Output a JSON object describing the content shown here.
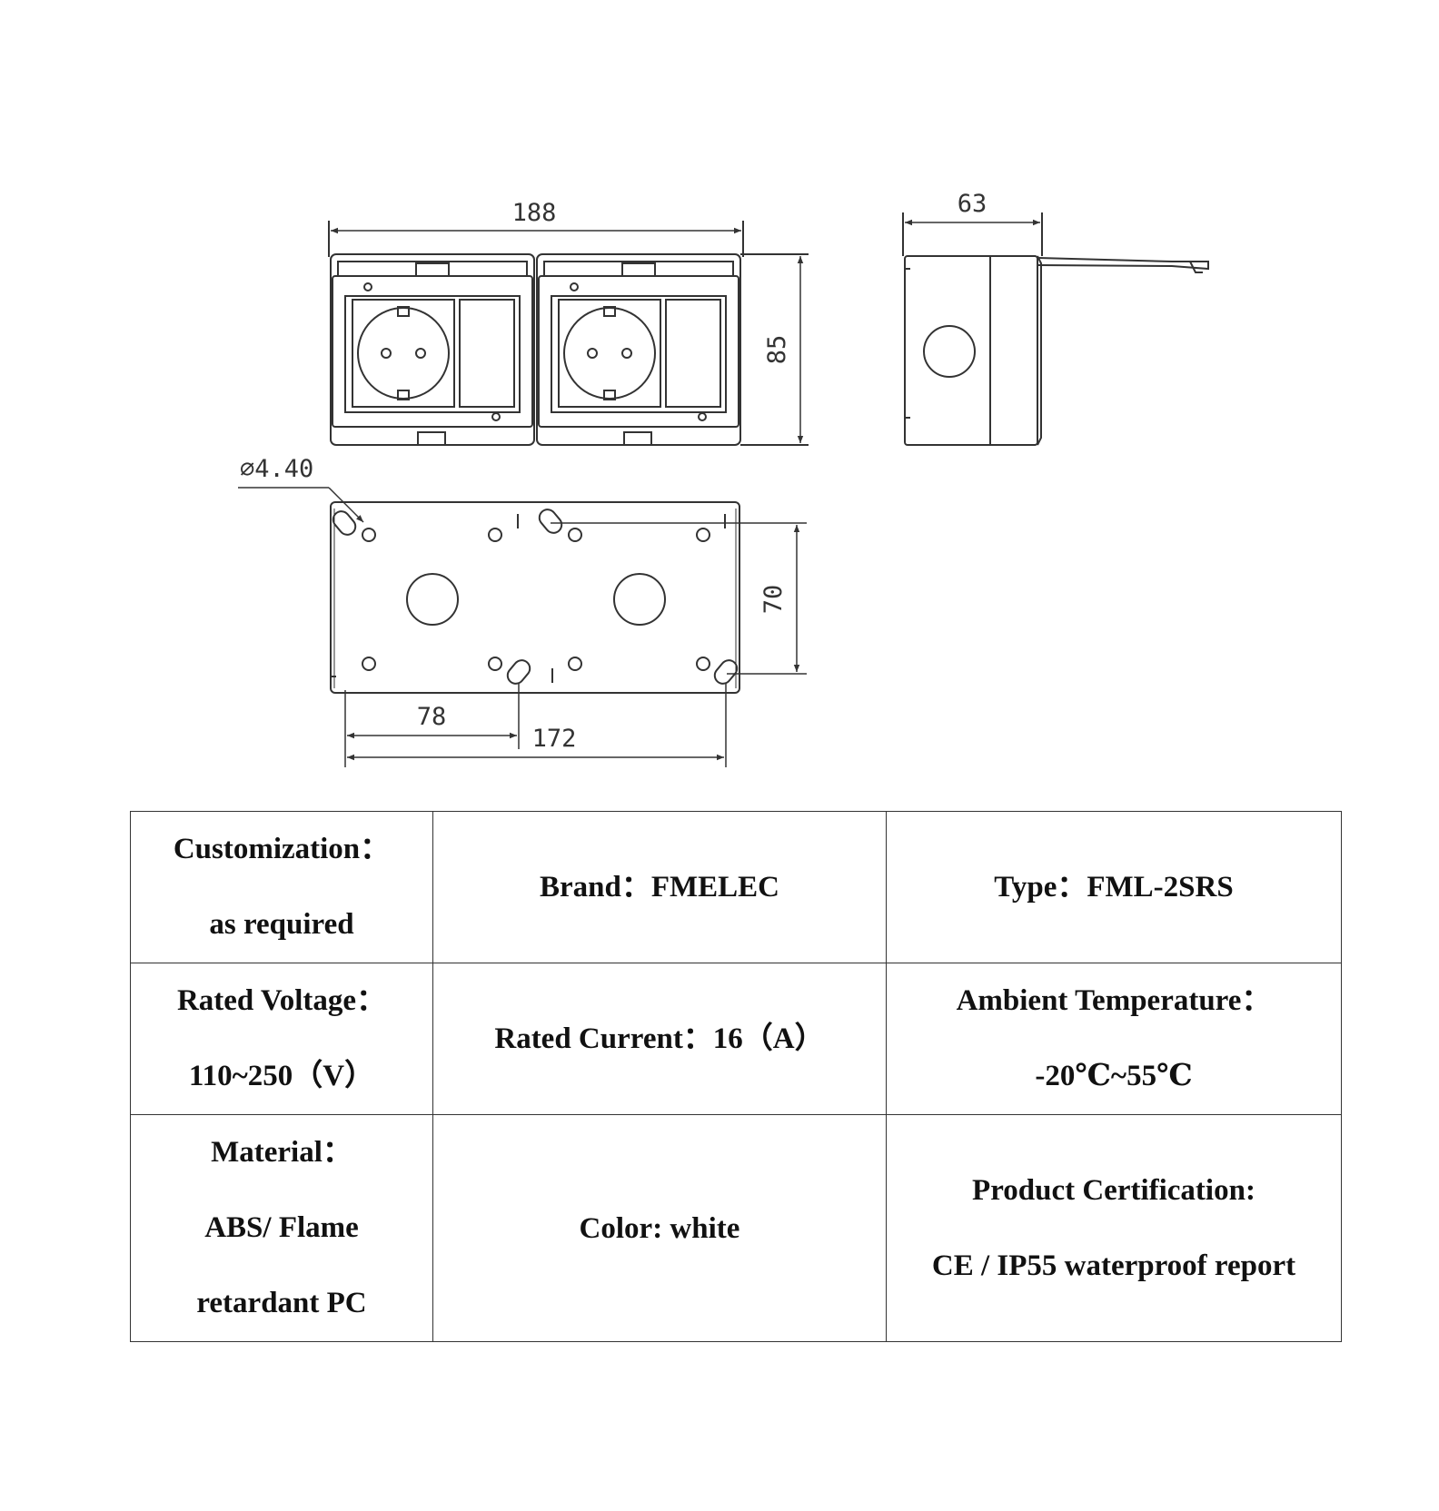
{
  "dimensions": {
    "front_width": "188",
    "front_height": "85",
    "side_depth": "63",
    "hole_diameter": "∅4.40",
    "mount_height": "70",
    "hole_spacing": "78",
    "mount_width": "172"
  },
  "specs": [
    [
      {
        "lines": [
          "Customization：",
          "as required"
        ]
      },
      {
        "lines": [
          "Brand：FMELEC"
        ]
      },
      {
        "lines": [
          "Type：FML-2SRS"
        ]
      }
    ],
    [
      {
        "lines": [
          "Rated Voltage：",
          "110~250（V）"
        ]
      },
      {
        "lines": [
          "Rated Current：16（A）"
        ]
      },
      {
        "lines": [
          "Ambient Temperature：",
          "-20℃~55℃"
        ]
      }
    ],
    [
      {
        "lines": [
          "Material：",
          "ABS/ Flame",
          "retardant PC"
        ]
      },
      {
        "lines": [
          "Color: white"
        ]
      },
      {
        "lines": [
          "Product Certification:",
          "CE / IP55 waterproof report"
        ]
      }
    ]
  ]
}
